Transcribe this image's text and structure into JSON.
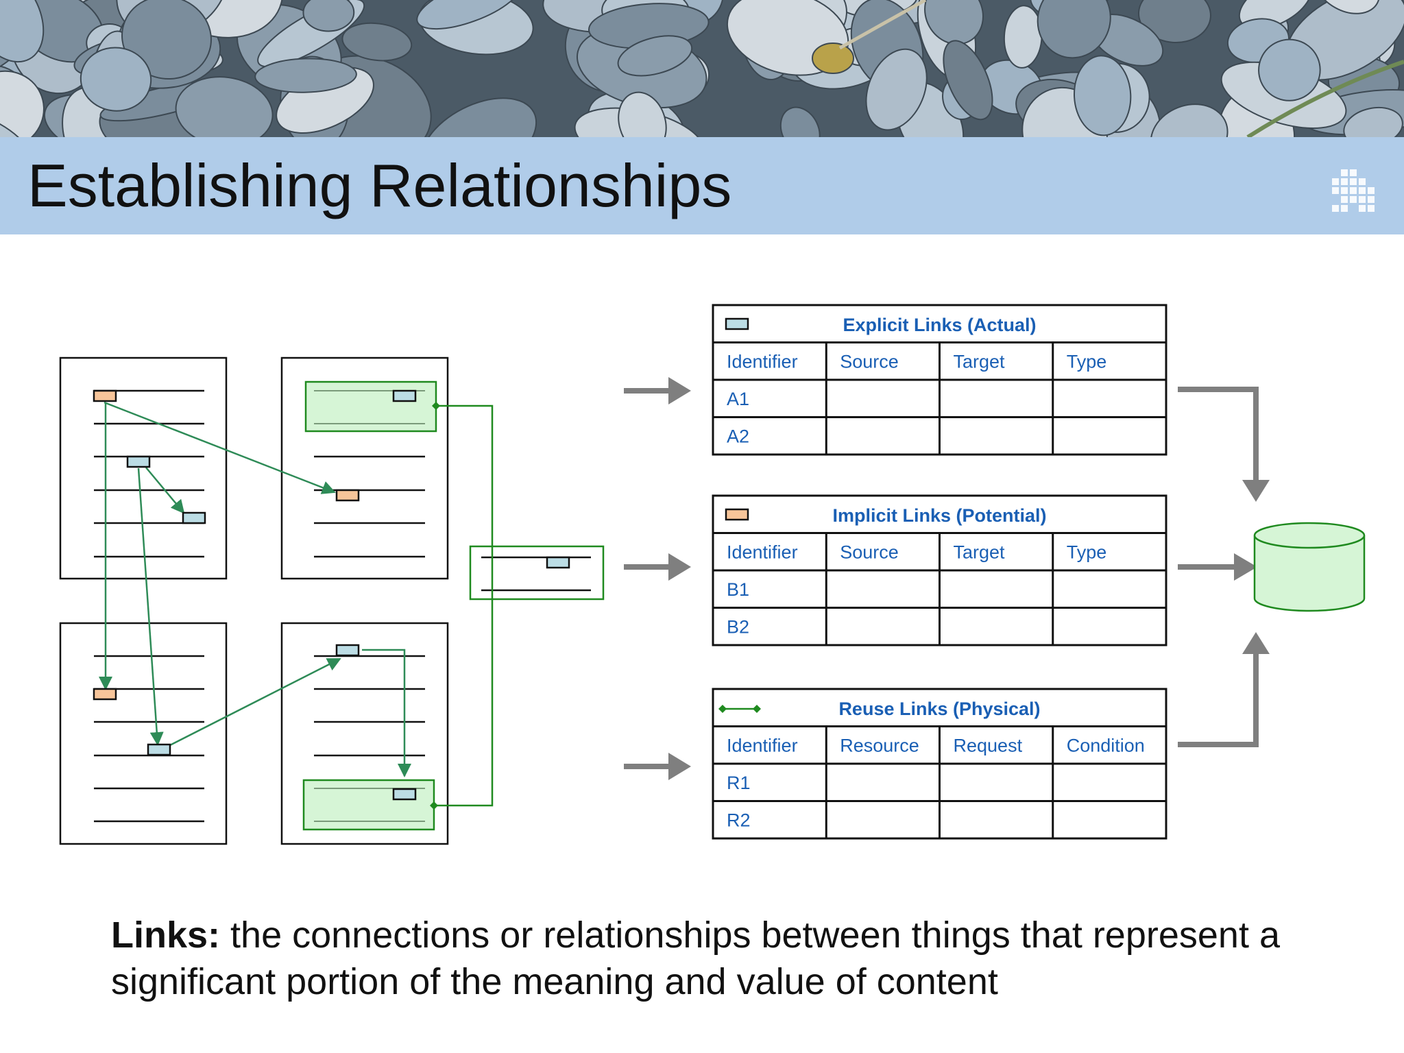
{
  "title": "Establishing Relationships",
  "caption": {
    "term": "Links:",
    "definition": " the connections or relationships between things that represent a significant portion of the meaning and value of content"
  },
  "colors": {
    "title_band": "#b0cce9",
    "link_green": "#2e8b57",
    "reuse_green": "#1f8a1f",
    "explicit_marker": "#bcdde5",
    "implicit_marker": "#f7c59a",
    "table_text": "#1a5fb4",
    "arrow_gray": "#7f7f7f",
    "database_fill": "#d6f5d6"
  },
  "tables": [
    {
      "title": "Explicit Links (Actual)",
      "marker": "explicit-marker-icon",
      "columns": [
        "Identifier",
        "Source",
        "Target",
        "Type"
      ],
      "rows": [
        [
          "A1",
          "",
          "",
          ""
        ],
        [
          "A2",
          "",
          "",
          ""
        ]
      ]
    },
    {
      "title": "Implicit Links (Potential)",
      "marker": "implicit-marker-icon",
      "columns": [
        "Identifier",
        "Source",
        "Target",
        "Type"
      ],
      "rows": [
        [
          "B1",
          "",
          "",
          ""
        ],
        [
          "B2",
          "",
          "",
          ""
        ]
      ]
    },
    {
      "title": "Reuse Links (Physical)",
      "marker": "reuse-link-icon",
      "columns": [
        "Identifier",
        "Resource",
        "Request",
        "Condition"
      ],
      "rows": [
        [
          "R1",
          "",
          "",
          ""
        ],
        [
          "R2",
          "",
          "",
          ""
        ]
      ]
    }
  ],
  "icons": [
    "document-icon",
    "database-icon",
    "arrow-right-icon",
    "arrow-down-icon",
    "arrow-up-icon",
    "dot-grid-logo-icon"
  ]
}
